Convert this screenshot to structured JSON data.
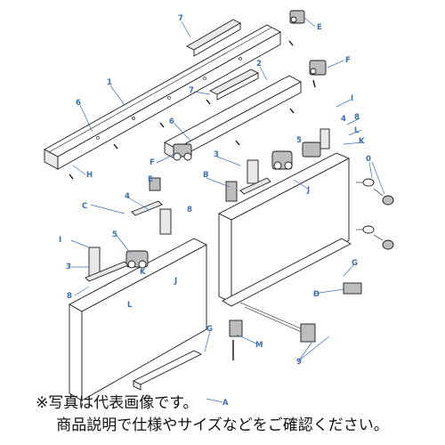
{
  "labels": {
    "n1": "1",
    "n2": "2",
    "n3a": "3",
    "n3b": "3",
    "n4a": "4",
    "n4b": "4",
    "n5a": "5",
    "n5b": "5",
    "n6a": "6",
    "n6b": "6",
    "n7a": "7",
    "n7b": "7",
    "n8a": "8",
    "n8b": "8",
    "n8c": "8",
    "n9": "9",
    "n0": "0",
    "A": "A",
    "Ba": "B",
    "C": "C",
    "D": "D",
    "Ea": "E",
    "Eb": "E",
    "Fa": "F",
    "Fb": "F",
    "Ga": "G",
    "Gb": "G",
    "H": "H",
    "Ia": "I",
    "Ib": "I",
    "Ja": "J",
    "Jb": "J",
    "Ka": "K",
    "Kb": "K",
    "La": "L",
    "Lb": "L",
    "M": "M"
  },
  "notes": {
    "line1": "※写真は代表画像です。",
    "line2": "商品説明で仕様やサイズなどをご確認ください。"
  },
  "colors": {
    "label": "#3a6fb0",
    "line": "#1c1c1c"
  }
}
